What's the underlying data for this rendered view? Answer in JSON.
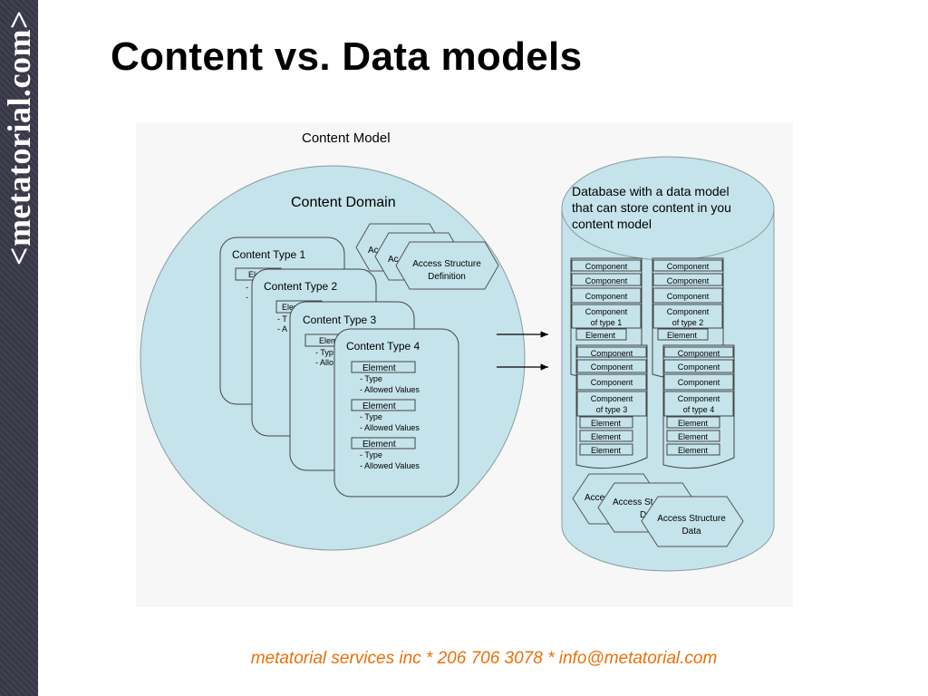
{
  "sidebar": {
    "logo_text": "<metatorial.com>"
  },
  "slide": {
    "title": "Content vs. Data models"
  },
  "diagram": {
    "heading": "Content Model",
    "domain_label": "Content Domain",
    "access_def_front": [
      "Access Structure",
      "Definition"
    ],
    "access_def_back1": "Acc",
    "access_def_back2": "Ac",
    "content_types": [
      {
        "title": "Content Type 1",
        "frag_element": "Ele",
        "frag_dash": "-"
      },
      {
        "title": "Content Type 2",
        "frag_element": "Elem",
        "frag_type": "- T",
        "frag_allowed": "- A"
      },
      {
        "title": "Content Type 3",
        "frag_element": "Elem",
        "frag_type": "- Typ",
        "frag_allowed": "- Allo"
      },
      {
        "title": "Content Type 4",
        "element": "Element",
        "type": "- Type",
        "allowed": "- Allowed Values"
      }
    ],
    "database": {
      "caption": [
        "Database with a data model",
        "that can store content in you",
        "content model"
      ],
      "component": "Component",
      "component_type1": [
        "Component",
        "of type 1"
      ],
      "component_type2": [
        "Component",
        "of type 2"
      ],
      "component_type3": [
        "Component",
        "of type 3"
      ],
      "component_type4": [
        "Component",
        "of type 4"
      ],
      "element": "Element",
      "access_data_front": [
        "Access Structure",
        "Data"
      ],
      "access_data_back1": "Acces",
      "access_data_back2": "Access St",
      "access_data_back2b": "D"
    }
  },
  "footer": {
    "text": "metatorial services inc * 206 706 3078 * info@metatorial.com"
  }
}
